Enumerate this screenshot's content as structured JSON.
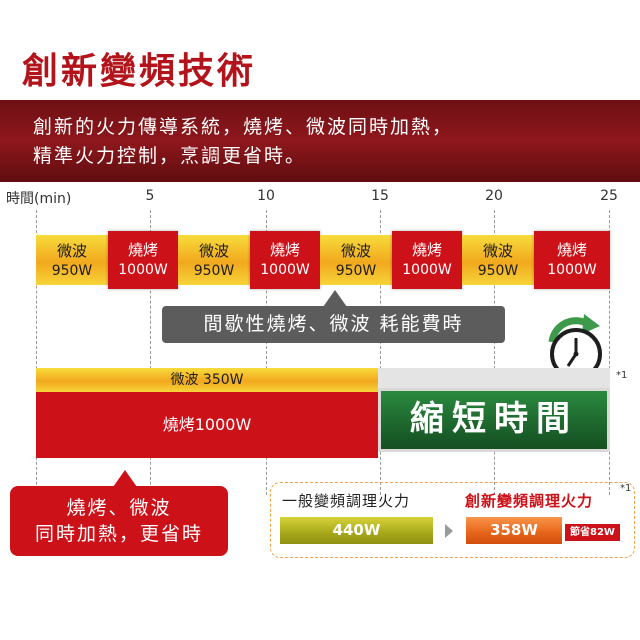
{
  "title": "創新變頻技術",
  "banner": {
    "line1": "創新的火力傳導系統，燒烤、微波同時加熱，",
    "line2": "精準火力控制，烹調更省時。"
  },
  "axis": {
    "label": "時間(min)",
    "ticks": [
      "5",
      "10",
      "15",
      "20",
      "25"
    ]
  },
  "sequence": [
    {
      "mode": "微波",
      "power": "950W"
    },
    {
      "mode": "燒烤",
      "power": "1000W"
    },
    {
      "mode": "微波",
      "power": "950W"
    },
    {
      "mode": "燒烤",
      "power": "1000W"
    },
    {
      "mode": "微波",
      "power": "950W"
    },
    {
      "mode": "燒烤",
      "power": "1000W"
    },
    {
      "mode": "微波",
      "power": "950W"
    },
    {
      "mode": "燒烤",
      "power": "1000W"
    }
  ],
  "callout": "間歇性燒烤、微波 耗能費時",
  "combined": {
    "microwave": "微波 350W",
    "grill": "燒烤1000W"
  },
  "shorten": "縮短時間",
  "footnote": "*1",
  "badge": {
    "line1": "燒烤、微波",
    "line2": "同時加熱，更省時"
  },
  "compare": {
    "general_label": "一般變頻調理火力",
    "general_value": "440W",
    "innovative_label": "創新變頻調理火力",
    "innovative_value": "358W",
    "saving": "節省82W",
    "footnote": "*1"
  },
  "colors": {
    "brand_red": "#cc1119",
    "banner_dark_red": "#7a1216",
    "microwave_yellow": "#f2b524",
    "short_green": "#1f6b30",
    "general_olive": "#a6a71a",
    "innovative_orange": "#e66318"
  },
  "icons": {
    "clock": "clock-refresh-icon"
  }
}
